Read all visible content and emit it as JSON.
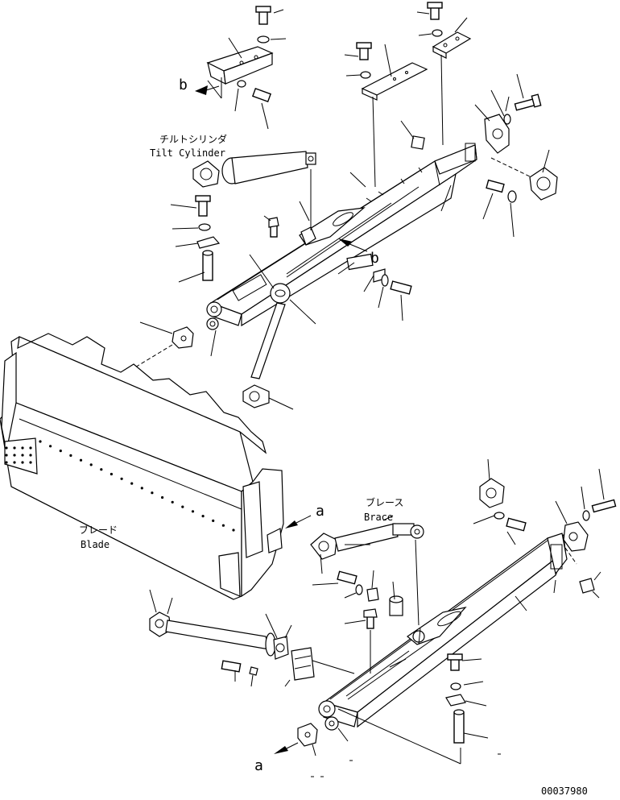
{
  "labels": {
    "tilt_cylinder_jp": "チルトシリンダ",
    "tilt_cylinder_en": "Tilt Cylinder",
    "brace_jp": "ブレース",
    "brace_en": "Brace",
    "blade_jp": "ブレード",
    "blade_en": "Blade",
    "view_b_top": "b",
    "view_b_arm": "b",
    "view_a_blade": "a",
    "view_a_bottom": "a",
    "drawing_number": "00037980"
  }
}
